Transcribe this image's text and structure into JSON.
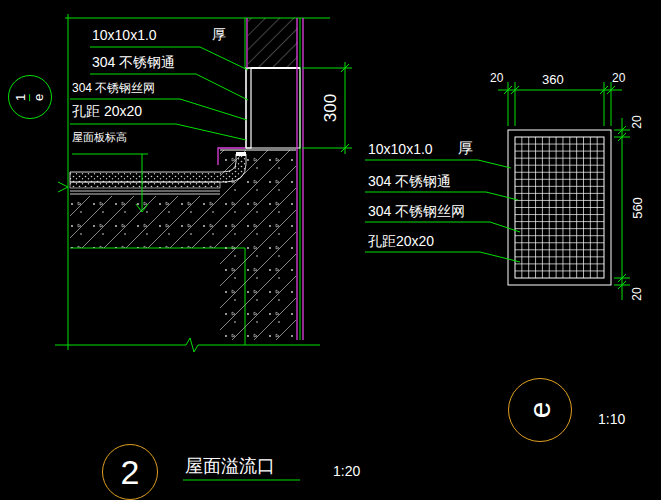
{
  "diagram": {
    "title": "屋面溢流口",
    "nodes": [
      {
        "text": [
          "1",
          "e"
        ]
      },
      {
        "text": [
          "e"
        ]
      },
      {
        "text": [
          "2"
        ]
      }
    ],
    "labels": [
      "10x10x1.0",
      "厚",
      "304 不锈钢通",
      "304 不锈钢丝网",
      "孔距 20x20",
      "屋面板标高",
      "300",
      "20",
      "360",
      "20",
      "20",
      "560",
      "20",
      "10x10x1.0",
      "厚",
      "304 不锈钢通",
      "304 不锈钢丝网",
      "孔距20x20",
      "1:10",
      "1:20"
    ]
  }
}
